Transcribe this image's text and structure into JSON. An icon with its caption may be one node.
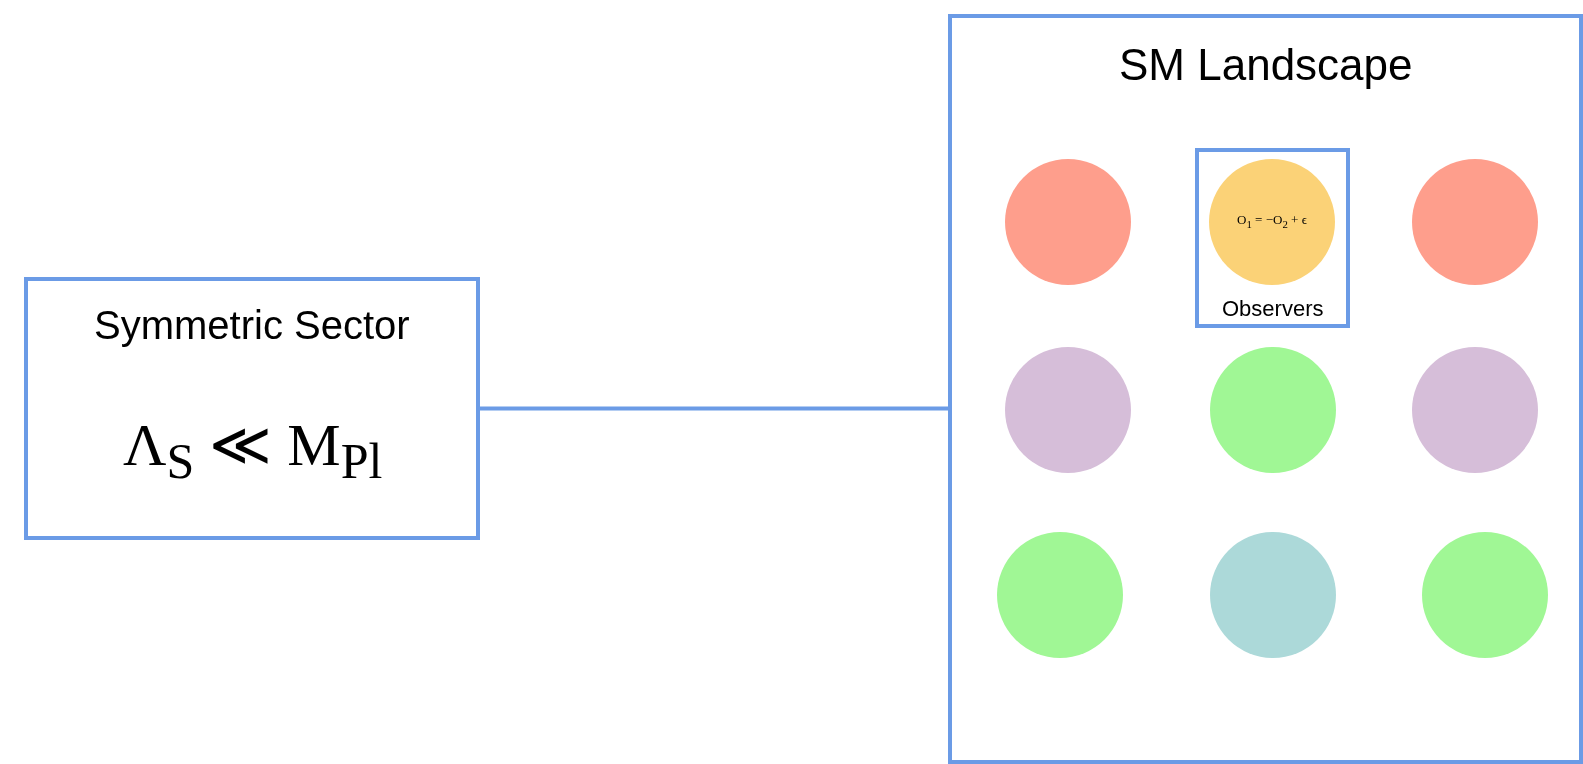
{
  "diagram": {
    "nodes": [
      {
        "text": [
          "Symmetric Sector",
          "Λ$_{S}$ ≪ M$_{Pl}$"
        ]
      },
      {
        "text": [
          "SM Landscape"
        ]
      },
      {
        "text": [],
        "shape": "circle",
        "in": 1
      },
      {
        "text": [
          "Observers"
        ],
        "in": 1
      },
      {
        "text": [
          "O$_{1}$ = −O$_{2}$ + ϵ"
        ],
        "in": 3
      },
      {
        "text": [],
        "shape": "circle",
        "in": 1
      },
      {
        "text": [],
        "shape": "circle",
        "in": 1
      },
      {
        "text": [],
        "shape": "circle",
        "in": 1
      },
      {
        "text": [],
        "shape": "circle",
        "in": 1
      },
      {
        "text": [],
        "shape": "circle",
        "in": 1
      },
      {
        "text": [],
        "shape": "circle",
        "in": 1
      },
      {
        "text": [],
        "shape": "circle",
        "in": 1
      }
    ],
    "edges": [
      {
        "from": 0,
        "to": 1,
        "arrow": "none"
      }
    ]
  }
}
